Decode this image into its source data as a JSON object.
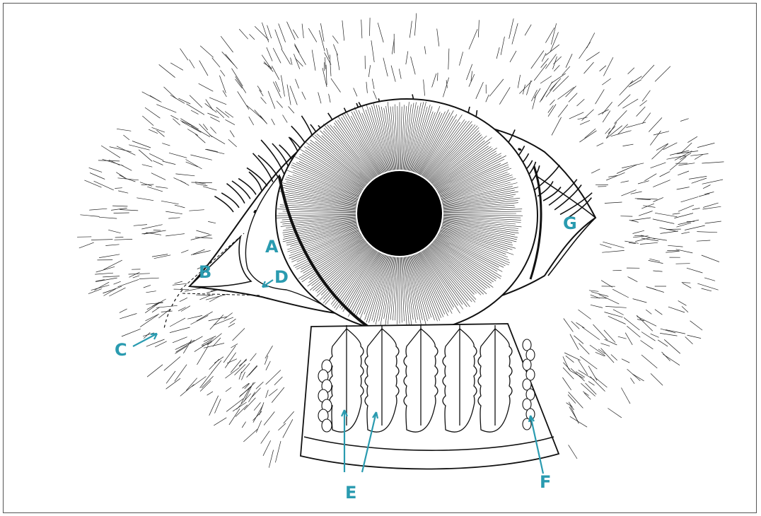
{
  "diagram": {
    "labels": {
      "a": "A",
      "b": "B",
      "c": "C",
      "d": "D",
      "e": "E",
      "f": "F",
      "g": "G"
    },
    "colors": {
      "label": "#2a9bb0",
      "ink": "#111111",
      "pupil": "#000000",
      "background": "#ffffff"
    }
  }
}
